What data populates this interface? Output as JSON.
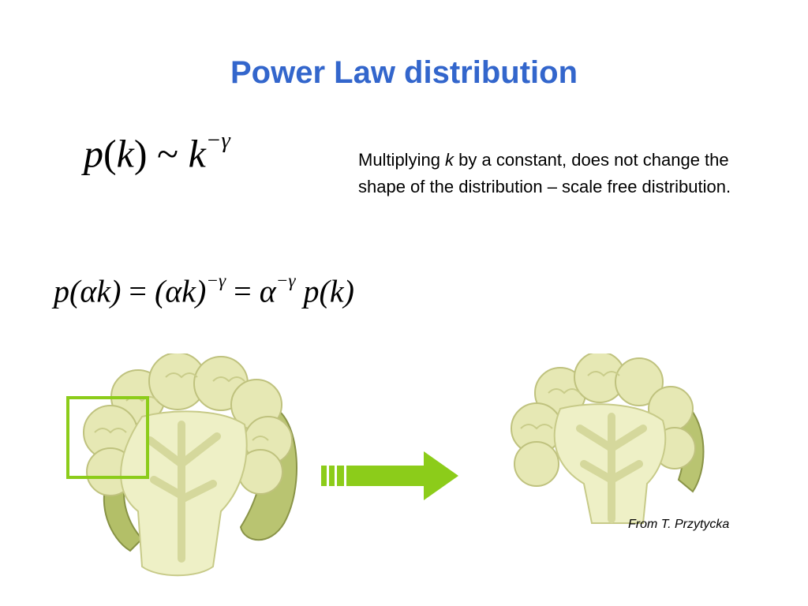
{
  "slide": {
    "title": "Power Law distribution",
    "equation1": {
      "p": "p",
      "lp": "(",
      "k": "k",
      "rp": ")",
      "tilde": "~",
      "k2": "k",
      "exp": "−γ"
    },
    "description": {
      "part1": "Multiplying ",
      "k": "k",
      "part2": " by a constant, does not change the shape of the distribution – scale free distribution."
    },
    "equation2": {
      "t1": "p(αk)",
      "eq1": "=",
      "t2": "(αk)",
      "exp1": "−γ",
      "eq2": "=",
      "t3": "α",
      "exp2": "−γ",
      "t4": "p(k)"
    },
    "credit": "From T. Przytycka",
    "colors": {
      "title": "#3366cc",
      "accent_green": "#8ccc1a",
      "cauliflower": "#e4e6b0"
    },
    "icons": {
      "left_image": "cauliflower-cross-section",
      "right_image": "cauliflower-zoomed-section",
      "arrow": "right-arrow"
    }
  }
}
